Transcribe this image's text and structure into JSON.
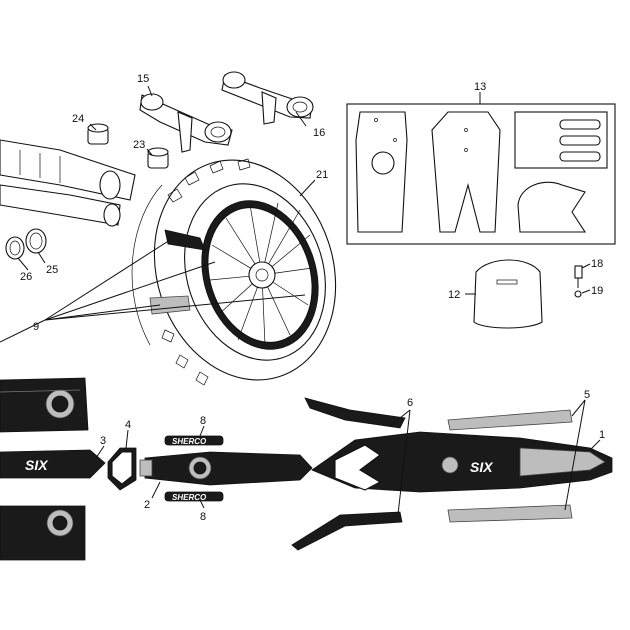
{
  "callouts": {
    "c1": "1",
    "c2": "2",
    "c3": "3",
    "c4": "4",
    "c5": "5",
    "c6": "6",
    "c8a": "8",
    "c8b": "8",
    "c9": "9",
    "c12": "12",
    "c13": "13",
    "c15": "15",
    "c16": "16",
    "c18": "18",
    "c19": "19",
    "c21": "21",
    "c23": "23",
    "c24": "24",
    "c25": "25",
    "c26": "26"
  },
  "decals": {
    "model_logo": "SIX",
    "brand_text_a": "SHERCO",
    "brand_text_b": "SHERCO"
  },
  "colors": {
    "line": "#111111",
    "decal_dark": "#1a1a1a",
    "decal_grey": "#bdbdbd"
  }
}
